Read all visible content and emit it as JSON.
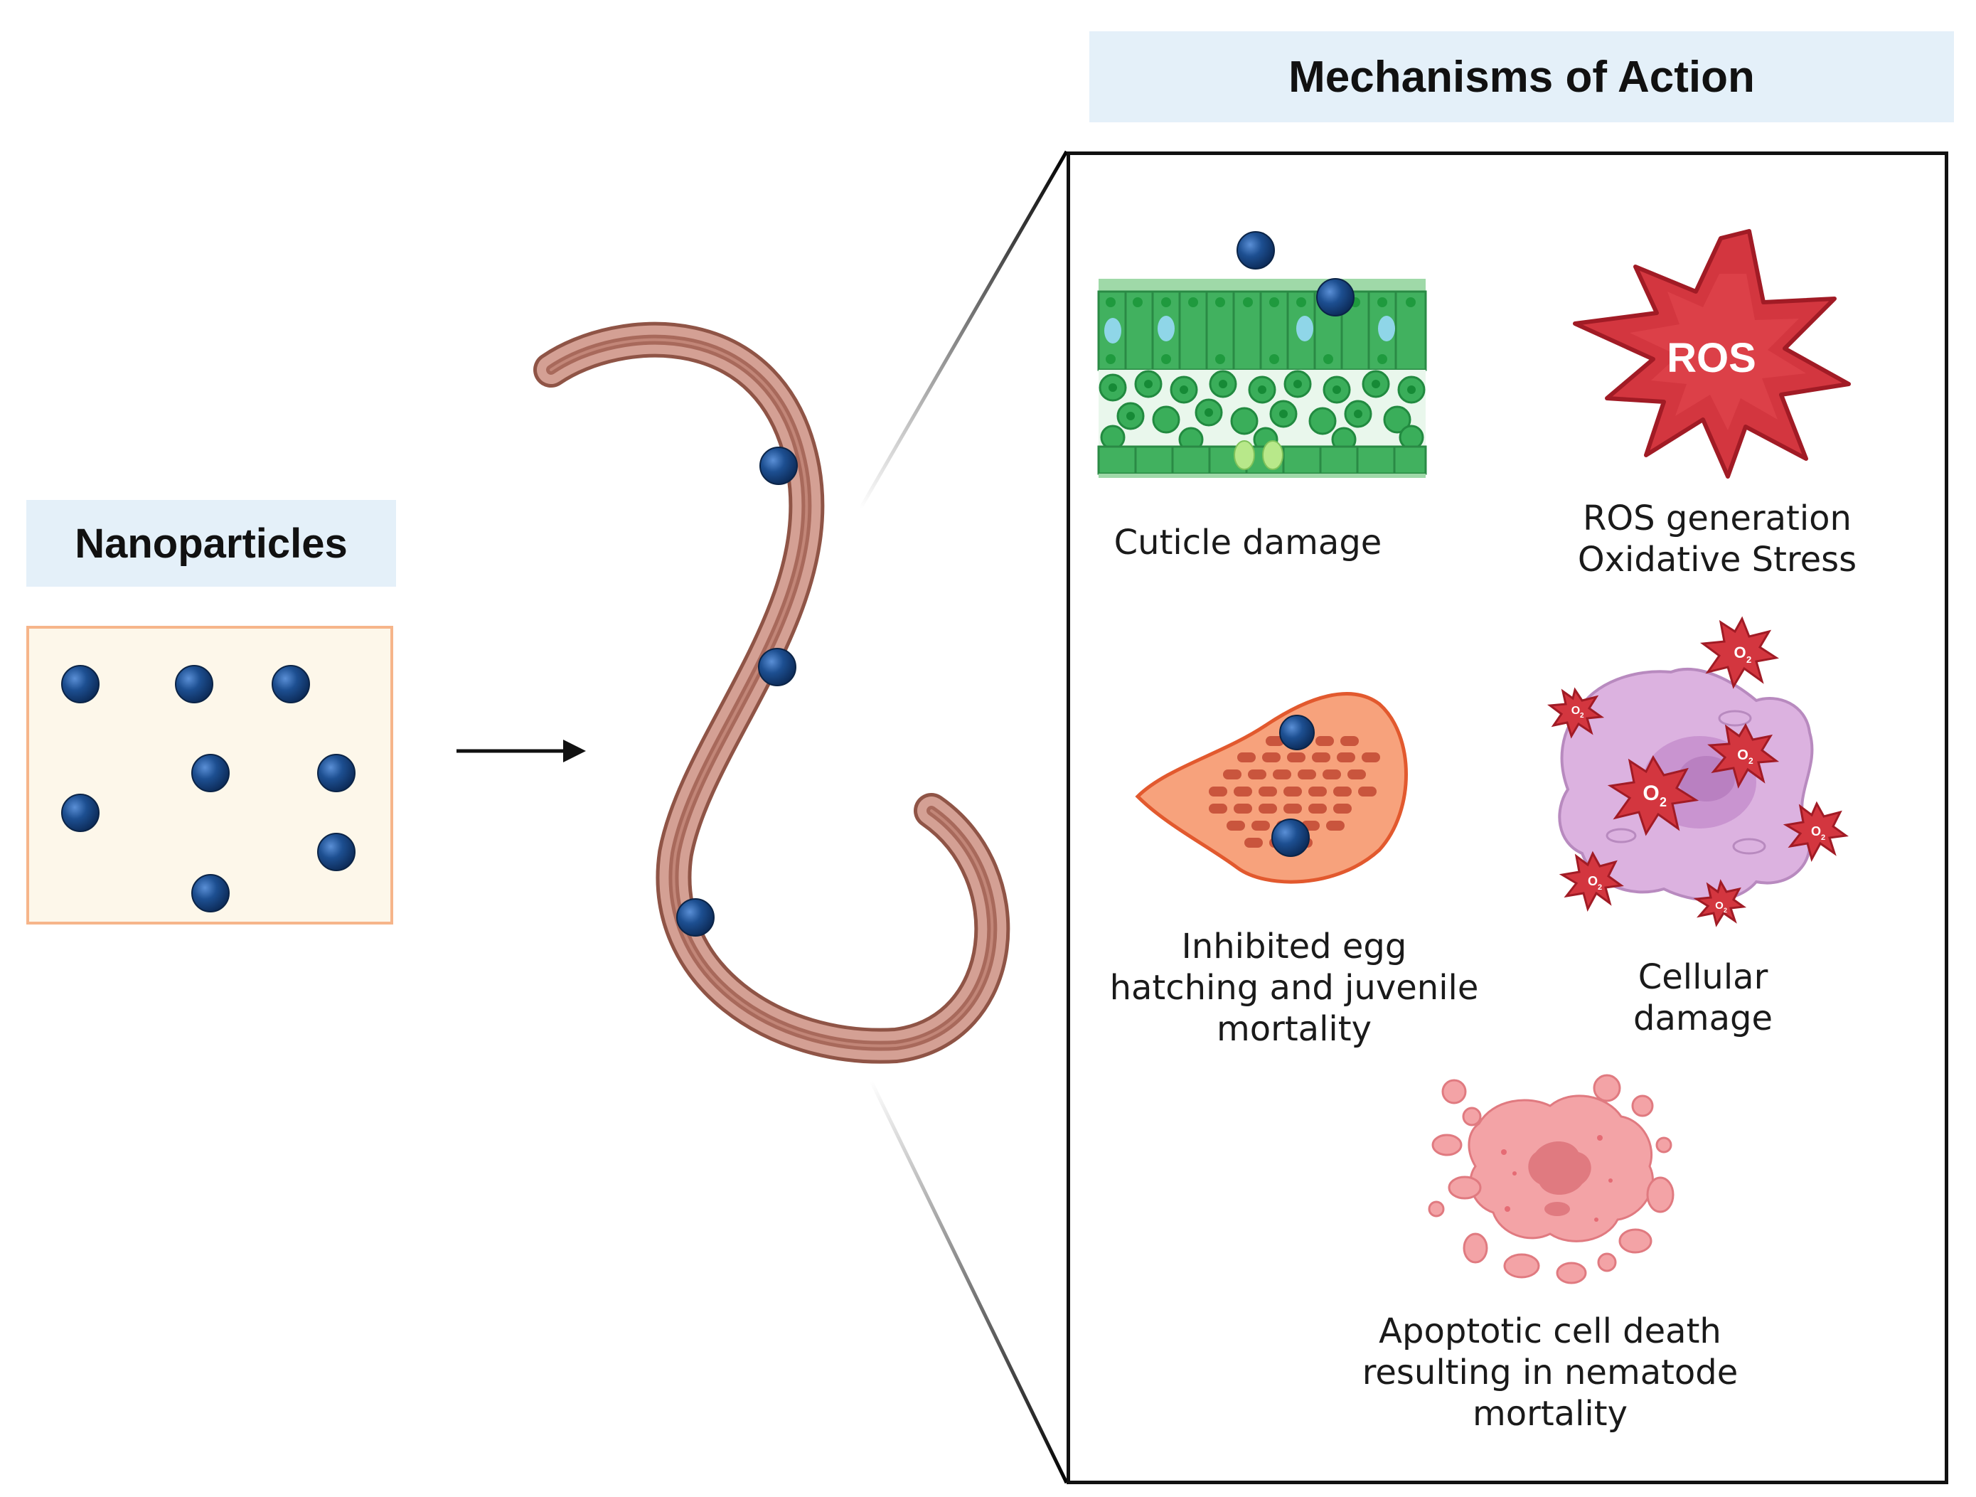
{
  "left_panel": {
    "title": "Nanoparticles"
  },
  "right_panel": {
    "title": "Mechanisms of Action",
    "mechanisms": {
      "cuticle": {
        "label": "Cuticle damage"
      },
      "ros": {
        "badge": "ROS",
        "line1": "ROS generation",
        "line2": "Oxidative Stress"
      },
      "egg": {
        "line1": "Inhibited egg",
        "line2": "hatching and juvenile",
        "line3": "mortality"
      },
      "cellular": {
        "line1": "Cellular",
        "line2": "damage",
        "o2_symbol": "O",
        "o2_sub": "2"
      },
      "apoptotic": {
        "line1": "Apoptotic cell death",
        "line2": "resulting in nematode",
        "line3": "mortality"
      }
    }
  },
  "colors": {
    "nanoparticle": "#1d4f91",
    "header_bg": "#e4f0f9",
    "np_box_bg": "#fdf7ea",
    "np_box_border": "#f6b58a",
    "worm": "#b87a6c",
    "cuticle_green": "#4cbb6a",
    "ros_red": "#d3363f",
    "egg_orange": "#f7a27c",
    "cell_purple": "#dcb2e0",
    "apoptotic_pink": "#f3a3a6"
  }
}
